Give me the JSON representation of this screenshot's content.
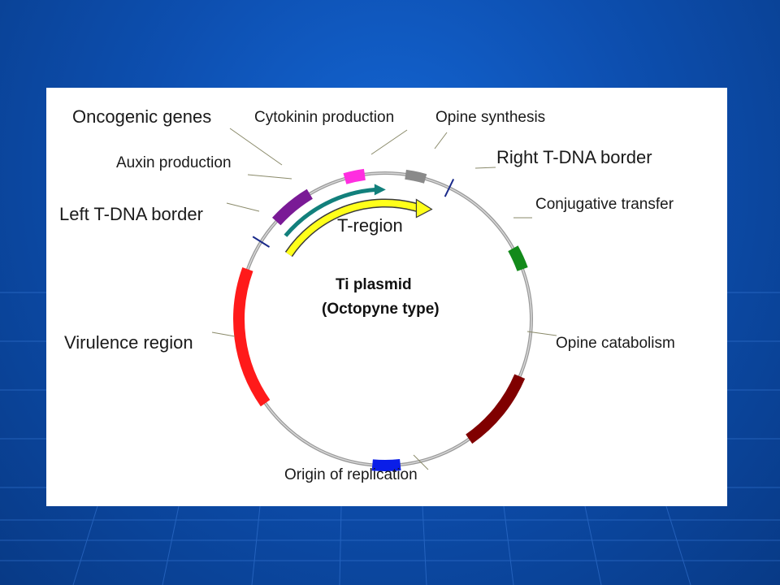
{
  "diagram": {
    "title": "Ti plasmid",
    "subtitle": "(Octopyne type)",
    "t_region_label": "T-region",
    "labels": {
      "oncogenic_genes": "Oncogenic genes",
      "cytokinin_production": "Cytokinin production",
      "opine_synthesis": "Opine synthesis",
      "right_tdna_border": "Right T-DNA border",
      "auxin_production": "Auxin production",
      "left_tdna_border": "Left T-DNA border",
      "conjugative_transfer": "Conjugative transfer",
      "virulence_region": "Virulence region",
      "opine_catabolism": "Opine catabolism",
      "origin_of_replication": "Origin of replication"
    },
    "colors": {
      "virulence": "#ff1a1a",
      "opine_catabolism": "#800000",
      "origin": "#0a1ee8",
      "conjugative": "#138a1a",
      "opine_synthesis": "#8a8a8a",
      "cytokinin": "#ff2ee0",
      "auxin": "#7a1a96",
      "teal_arrow": "#12807c",
      "t_region_arrow": "#ffff1a",
      "border_tick": "#1a2a8a"
    }
  }
}
